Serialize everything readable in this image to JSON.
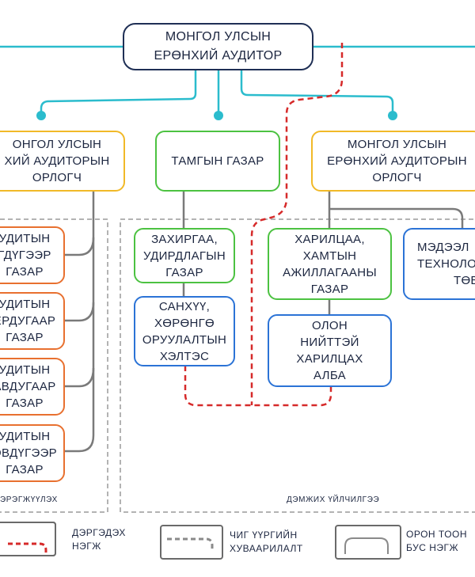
{
  "colors": {
    "navy": "#1f2f55",
    "teal": "#2bbccd",
    "yellow": "#f1b928",
    "green": "#4cc241",
    "blue": "#2b73d6",
    "orange": "#e8702f",
    "red_dashed": "#d62a2a",
    "grey": "#7a7a7a"
  },
  "top": {
    "line1": "МОНГОЛ УЛСЫН",
    "line2": "ЕРӨНХИЙ АУДИТОР"
  },
  "deputy_left": {
    "line1": "ОНГОЛ УЛСЫН",
    "line2": "ХИЙ АУДИТОРЫН",
    "line3": "ОРЛОГЧ"
  },
  "secretariat": {
    "line1": "ТАМГЫН ГАЗАР"
  },
  "deputy_right": {
    "line1": "МОНГОЛ УЛСЫН",
    "line2": "ЕРӨНХИЙ АУДИТОРЫН",
    "line3": "ОРЛОГЧ"
  },
  "admin": {
    "line1": "ЗАХИРГАА,",
    "line2": "УДИРДЛАГЫН",
    "line3": "ГАЗАР"
  },
  "finance": {
    "line1": "САНХҮҮ,",
    "line2": "ХӨРӨНГӨ",
    "line3": "ОРУУЛАЛТЫН",
    "line4": "ХЭЛТЭС"
  },
  "cooperation": {
    "line1": "ХАРИЛЦАА,",
    "line2": "ХАМТЫН",
    "line3": "АЖИЛЛАГААНЫ",
    "line4": "ГАЗАР"
  },
  "public_relations": {
    "line1": "ОЛОН",
    "line2": "НИЙТТЭЙ",
    "line3": "ХАРИЛЦАХ",
    "line4": "АЛБА"
  },
  "it": {
    "line1": "МЭДЭЭЛ",
    "line2": "ТЕХНОЛО",
    "line3": "ТӨВ"
  },
  "audit_depts": [
    {
      "line1": "УДИТЫН",
      "line2": "ГДҮГЭЭР",
      "line3": "ГАЗАР"
    },
    {
      "line1": "УДИТЫН",
      "line2": "ЁРДУГААР",
      "line3": "ГАЗАР"
    },
    {
      "line1": "УДИТЫН",
      "line2": "АВДУГААР",
      "line3": "ГАЗАР"
    },
    {
      "line1": "УДИТЫН",
      "line2": "ӨВДҮГЭЭР",
      "line3": "ГАЗАР"
    }
  ],
  "captions": {
    "left": "ЭРЭГЖҮҮЛЭХ",
    "support": "ДЭМЖИХ ҮЙЛЧИЛГЭЭ"
  },
  "legend": {
    "item1": {
      "line1": "ДЭРГЭДЭХ",
      "line2": "НЭГЖ"
    },
    "item2": {
      "line1": "ЧИГ ҮҮРГИЙН",
      "line2": "ХУВААРИЛАЛТ"
    },
    "item3": {
      "line1": "ОРОН ТООН",
      "line2": "БУС НЭГЖ"
    }
  }
}
